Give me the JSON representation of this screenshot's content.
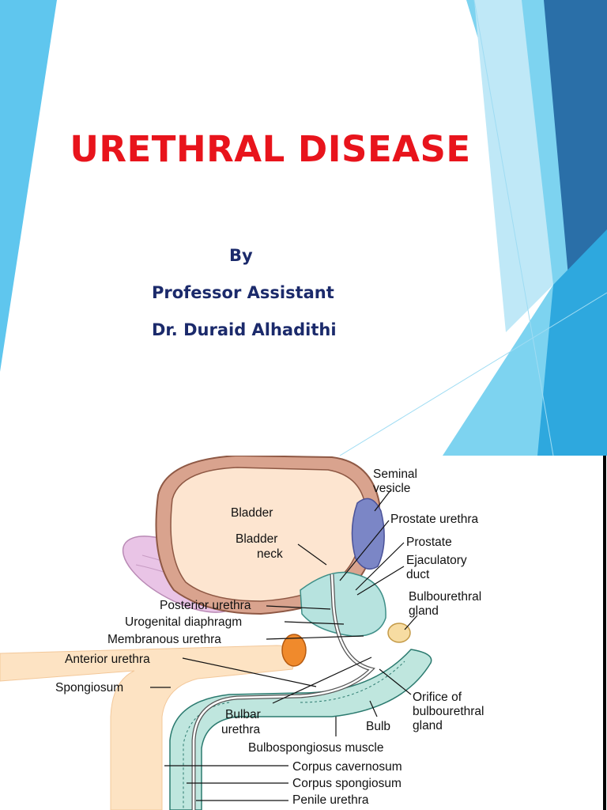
{
  "slide": {
    "title": "URETHRAL DISEASE",
    "by": "By",
    "author_role": "Professor Assistant",
    "author_name": "Dr. Duraid Alhadithi"
  },
  "illustration": {
    "labels": {
      "seminal_vesicle": [
        "Seminal",
        "vesicle"
      ],
      "bladder": "Bladder",
      "prostate_urethra": "Prostate urethra",
      "bladder_neck": [
        "Bladder",
        "neck"
      ],
      "prostate": "Prostate",
      "ejaculatory_duct": [
        "Ejaculatory",
        "duct"
      ],
      "bulbourethral_gland": [
        "Bulbourethral",
        "gland"
      ],
      "posterior_urethra": "Posterior urethra",
      "urogenital_diaphragm": "Urogenital diaphragm",
      "membranous_urethra": "Membranous urethra",
      "anterior_urethra": "Anterior urethra",
      "spongiosum": "Spongiosum",
      "orifice_of_bulbourethral_gland": [
        "Orifice of",
        "bulbourethral",
        "gland"
      ],
      "bulbar_urethra": [
        "Bulbar",
        "urethra"
      ],
      "bulb": "Bulb",
      "bulbospongiosus_muscle": "Bulbospongiosus muscle",
      "corpus_cavernosum": "Corpus cavernosum",
      "corpus_spongiosum": "Corpus spongiosum",
      "penile_urethra": "Penile urethra"
    }
  },
  "colors": {
    "title": "#e8141c",
    "byline": "#1b2a6b",
    "accent_light": "#7dd3f0",
    "accent_dark": "#2a6fa8"
  }
}
